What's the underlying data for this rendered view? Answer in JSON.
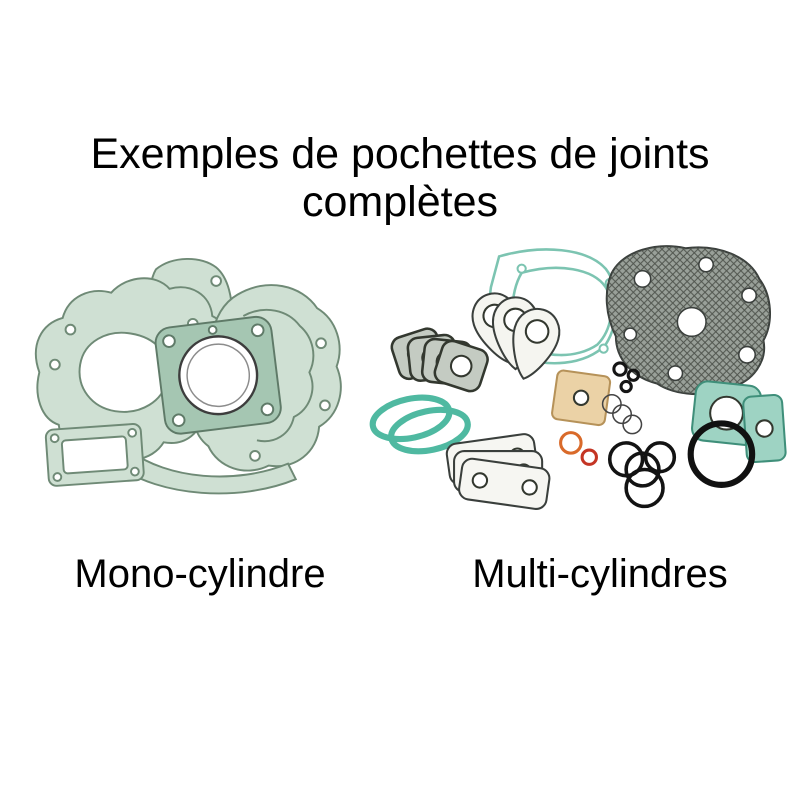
{
  "title": {
    "line1": "Exemples de pochettes de joints",
    "line2": "complètes"
  },
  "labels": {
    "mono": "Mono-cylindre",
    "multi": "Multi-cylindres"
  },
  "illustrations": {
    "mono_alt": "Pochette de joints complète mono-cylindre",
    "multi_alt": "Pochette de joints complète multi-cylindres"
  },
  "colors": {
    "background": "#ffffff",
    "text": "#000000",
    "gasket_sage_fill": "#cfe0d3",
    "gasket_sage_dark": "#a5c6b2",
    "gasket_sage_stroke": "#6f8a76",
    "gasket_teal": "#9ed3c3",
    "gasket_teal_stroke": "#4fb9a1",
    "gasket_gray": "#99a099",
    "gasket_beige": "#ebd2a6",
    "oring_black": "#111111",
    "oring_orange": "#d96a2a",
    "oring_red": "#c43524",
    "outline_dark": "#3a3f3c"
  }
}
